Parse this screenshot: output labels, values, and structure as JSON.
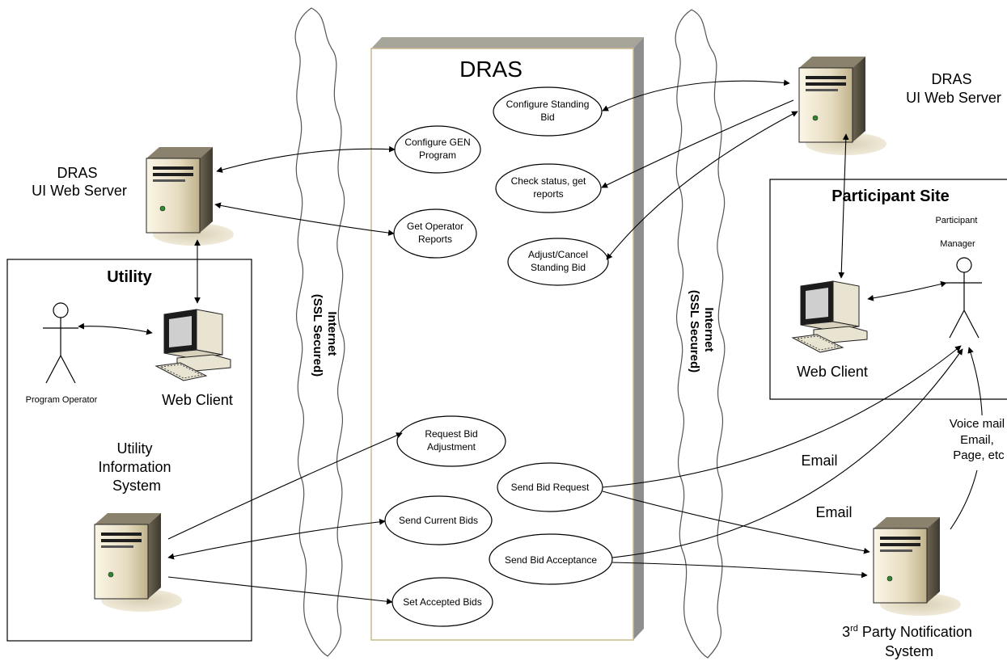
{
  "dras_box": {
    "title": "DRAS"
  },
  "left_server": {
    "line1": "DRAS",
    "line2": "UI Web Server"
  },
  "right_server": {
    "line1": "DRAS",
    "line2": "UI Web Server"
  },
  "utility": {
    "title": "Utility",
    "operator_label": "Program Operator",
    "web_client_label": "Web Client",
    "info_system": {
      "line1": "Utility",
      "line2": "Information",
      "line3": "System"
    }
  },
  "participant_site": {
    "title": "Participant Site",
    "manager": {
      "line1": "Participant",
      "line2": "Manager"
    },
    "web_client_label": "Web Client"
  },
  "internet": {
    "line1": "Internet",
    "line2": "(SSL Secured)"
  },
  "use_cases": {
    "configure_standing_bid": {
      "line1": "Configure Standing",
      "line2": "Bid"
    },
    "configure_gen_program": {
      "line1": "Configure GEN",
      "line2": "Program"
    },
    "check_status": {
      "line1": "Check status, get",
      "line2": "reports"
    },
    "get_operator_reports": {
      "line1": "Get Operator",
      "line2": "Reports"
    },
    "adjust_cancel_bid": {
      "line1": "Adjust/Cancel",
      "line2": "Standing Bid"
    },
    "request_bid_adjustment": {
      "line1": "Request Bid",
      "line2": "Adjustment"
    },
    "send_bid_request": {
      "line1": "Send Bid Request"
    },
    "send_current_bids": {
      "line1": "Send Current Bids"
    },
    "send_bid_acceptance": {
      "line1": "Send Bid Acceptance"
    },
    "set_accepted_bids": {
      "line1": "Set Accepted Bids"
    }
  },
  "edges": {
    "email_1": "Email",
    "email_2": "Email"
  },
  "notification": {
    "channels": {
      "line1": "Voice mail",
      "line2": "Email,",
      "line3": "Page, etc"
    },
    "system": {
      "prefix": "3",
      "superscript": "rd",
      "line1_rest": " Party Notification",
      "line2": "System"
    }
  }
}
